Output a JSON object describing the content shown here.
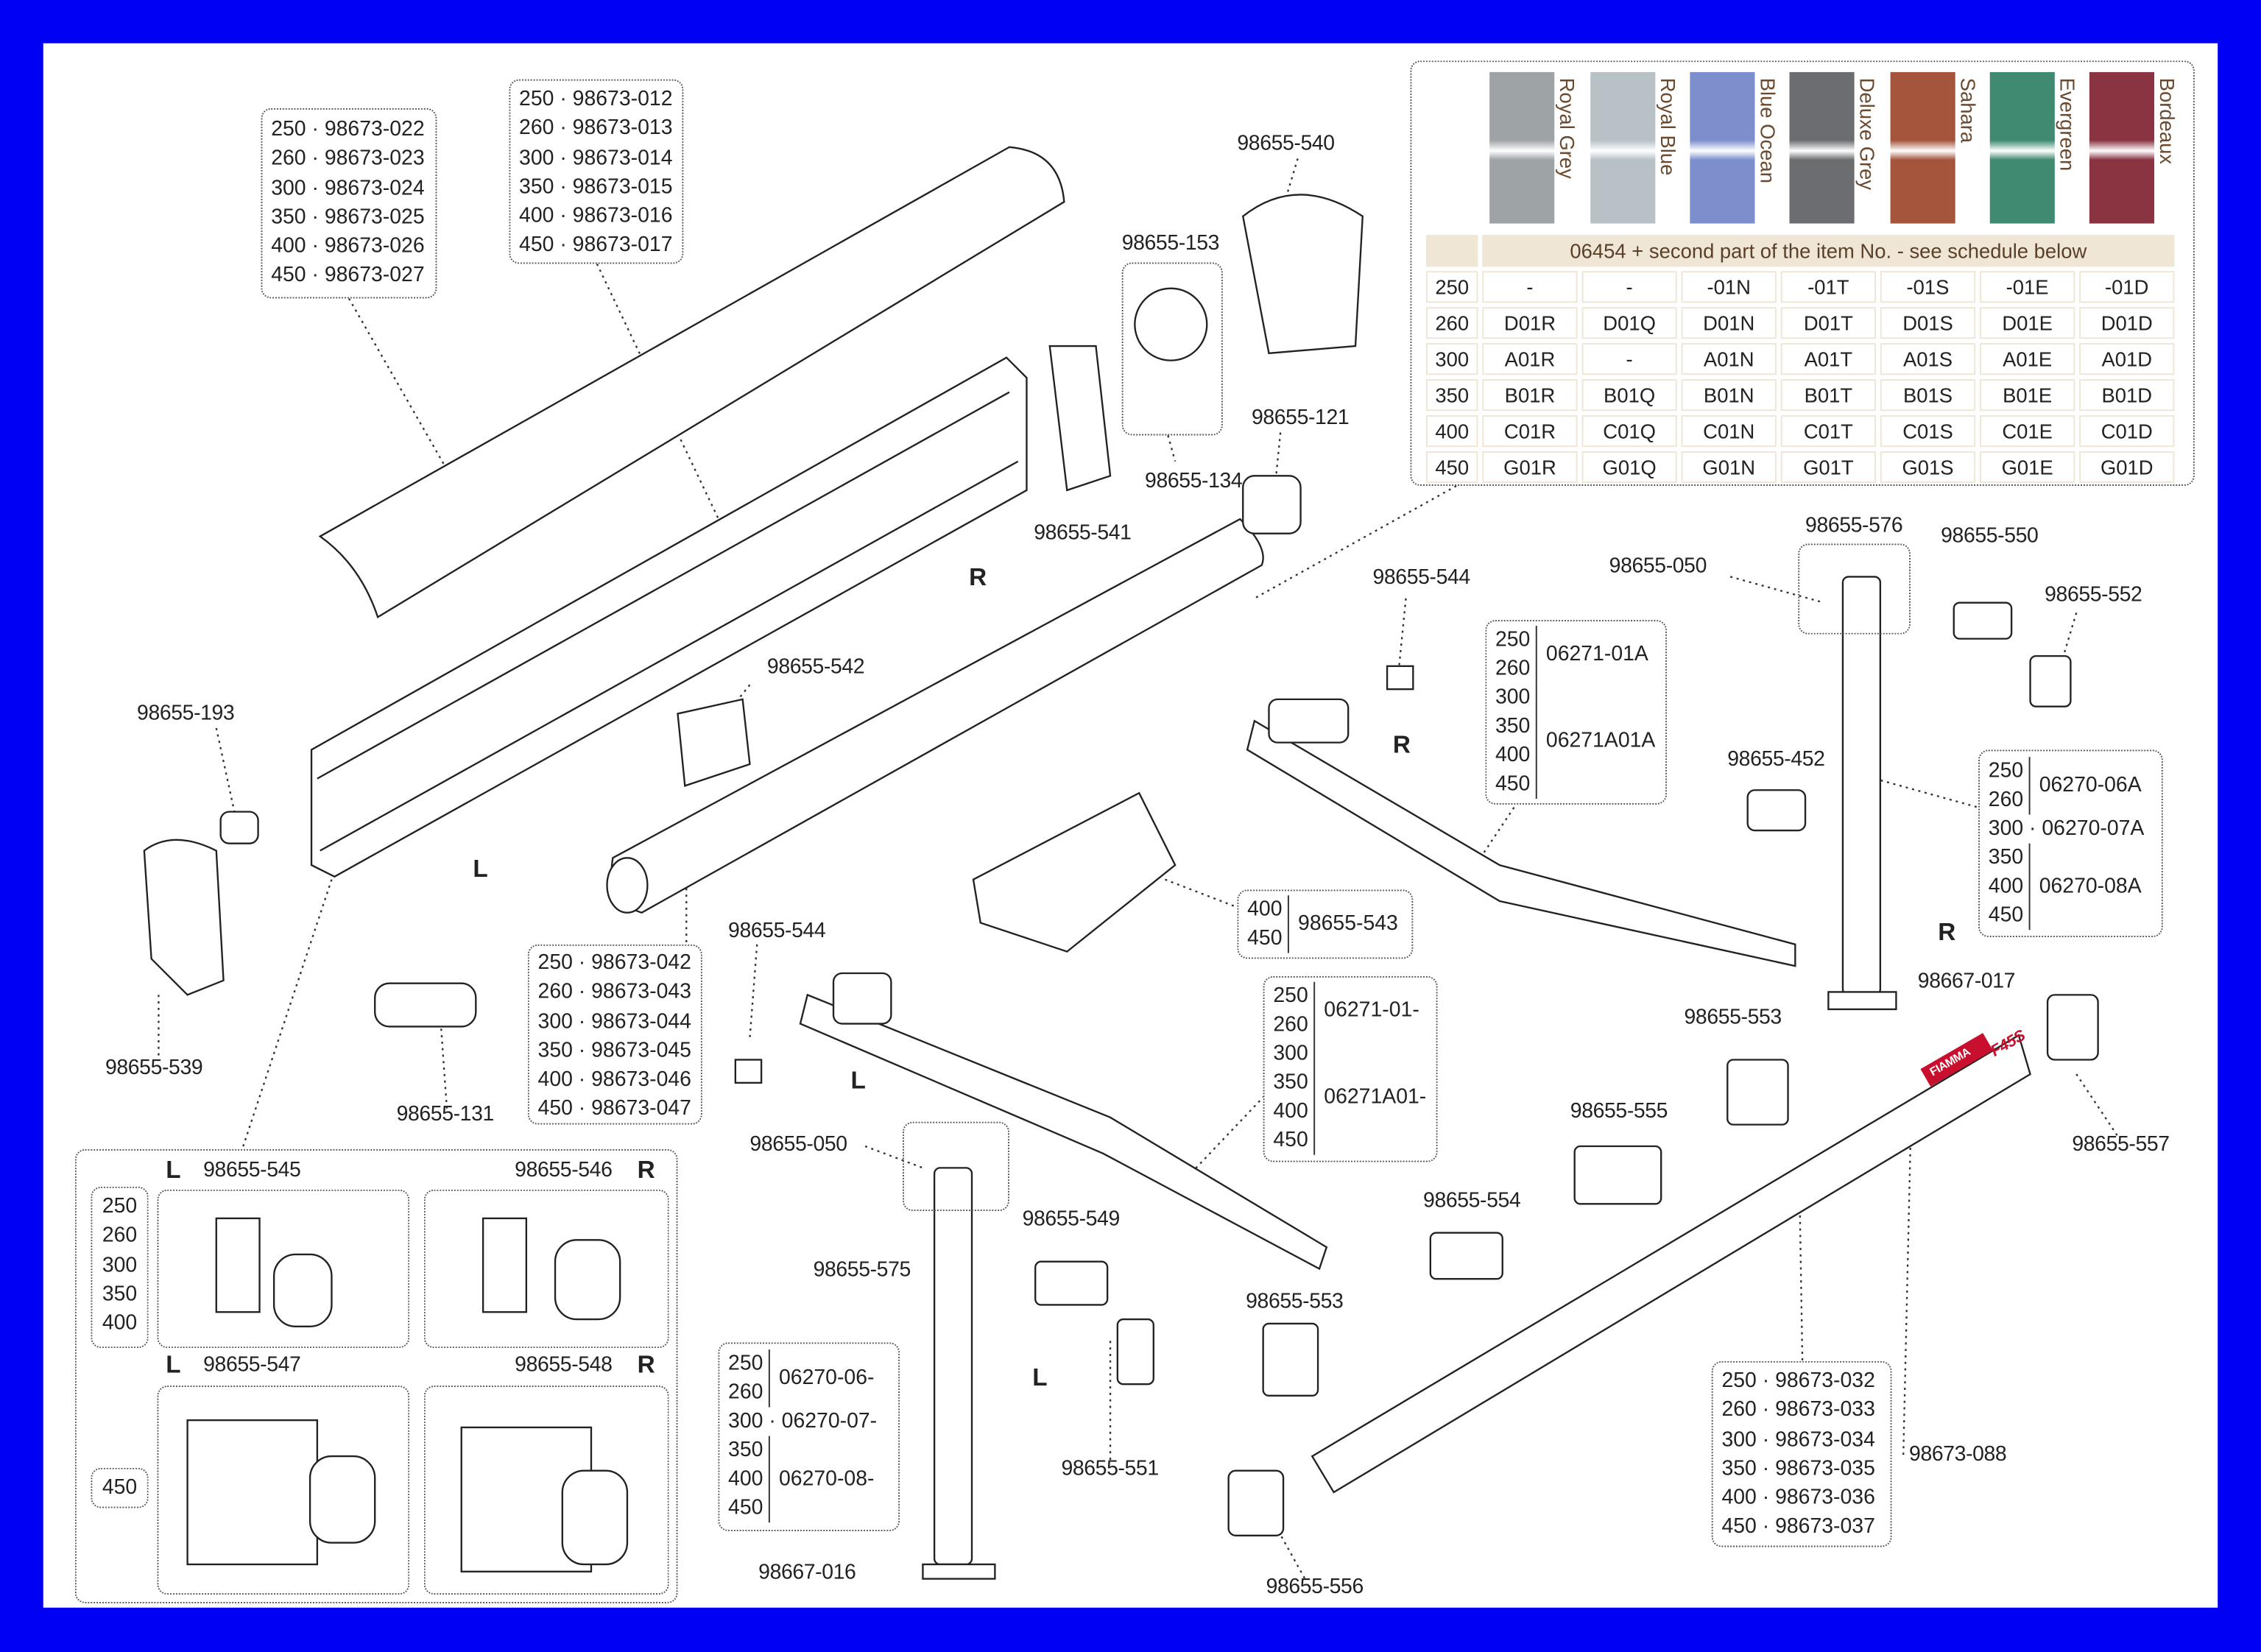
{
  "fabric_colors": [
    {
      "name": "Royal Grey",
      "color": "#9ea3a6"
    },
    {
      "name": "Royal Blue",
      "color": "#b7c1c6"
    },
    {
      "name": "Blue Ocean",
      "color": "#7c8fcc"
    },
    {
      "name": "Deluxe Grey",
      "color": "#6b6d70"
    },
    {
      "name": "Sahara",
      "color": "#a4553c"
    },
    {
      "name": "Evergreen",
      "color": "#3f8a70"
    },
    {
      "name": "Bordeaux",
      "color": "#8a3442"
    }
  ],
  "color_table": {
    "header": "06454 + second part of the item No. - see schedule below",
    "rows": [
      {
        "size": "250",
        "codes": [
          "-",
          "-",
          "-01N",
          "-01T",
          "-01S",
          "-01E",
          "-01D"
        ]
      },
      {
        "size": "260",
        "codes": [
          "D01R",
          "D01Q",
          "D01N",
          "D01T",
          "D01S",
          "D01E",
          "D01D"
        ]
      },
      {
        "size": "300",
        "codes": [
          "A01R",
          "-",
          "A01N",
          "A01T",
          "A01S",
          "A01E",
          "A01D"
        ]
      },
      {
        "size": "350",
        "codes": [
          "B01R",
          "B01Q",
          "B01N",
          "B01T",
          "B01S",
          "B01E",
          "B01D"
        ]
      },
      {
        "size": "400",
        "codes": [
          "C01R",
          "C01Q",
          "C01N",
          "C01T",
          "C01S",
          "C01E",
          "C01D"
        ]
      },
      {
        "size": "450",
        "codes": [
          "G01R",
          "G01Q",
          "G01N",
          "G01T",
          "G01S",
          "G01E",
          "G01D"
        ]
      }
    ]
  },
  "lists": {
    "cover": [
      "250 · 98673-022",
      "260 · 98673-023",
      "300 · 98673-024",
      "350 · 98673-025",
      "400 · 98673-026",
      "450 · 98673-027"
    ],
    "rail": [
      "250 · 98673-012",
      "260 · 98673-013",
      "300 · 98673-014",
      "350 · 98673-015",
      "400 · 98673-016",
      "450 · 98673-017"
    ],
    "roller": [
      "250 · 98673-042",
      "260 · 98673-043",
      "300 · 98673-044",
      "350 · 98673-045",
      "400 · 98673-046",
      "450 · 98673-047"
    ],
    "front_bar": [
      "250 · 98673-032",
      "260 · 98673-033",
      "300 · 98673-034",
      "350 · 98673-035",
      "400 · 98673-036",
      "450 · 98673-037"
    ]
  },
  "groups": {
    "arm_right": {
      "a_sizes": [
        "250",
        "260"
      ],
      "a_code": "06271-01A",
      "b_sizes": [
        "300",
        "350",
        "400",
        "450"
      ],
      "b_code": "06271A01A"
    },
    "arm_left": {
      "a_sizes": [
        "250",
        "260"
      ],
      "a_code": "06271-01-",
      "b_sizes": [
        "300",
        "350",
        "400",
        "450"
      ],
      "b_code": "06271A01-"
    },
    "leg_right": {
      "a_sizes": [
        "250",
        "260"
      ],
      "a_code": "06270-06A",
      "mid": "300 · 06270-07A",
      "b_sizes": [
        "350",
        "400",
        "450"
      ],
      "b_code": "06270-08A"
    },
    "leg_left": {
      "a_sizes": [
        "250",
        "260"
      ],
      "a_code": "06270-06-",
      "mid": "300 · 06270-07-",
      "b_sizes": [
        "350",
        "400",
        "450"
      ],
      "b_code": "06270-08-"
    },
    "support": {
      "sizes": [
        "400",
        "450"
      ],
      "code": "98655-543"
    }
  },
  "brackets": {
    "sizes_small": [
      "250",
      "260",
      "300",
      "350",
      "400"
    ],
    "size_large": "450",
    "l1": "98655-545",
    "r1": "98655-546",
    "l2": "98655-547",
    "r2": "98655-548",
    "L": "L",
    "R": "R"
  },
  "labels": {
    "p540": "98655-540",
    "p153": "98655-153",
    "p134": "98655-134",
    "p121": "98655-121",
    "p541": "98655-541",
    "p542": "98655-542",
    "p193": "98655-193",
    "p539": "98655-539",
    "p131": "98655-131",
    "p544a": "98655-544",
    "p544b": "98655-544",
    "p050a": "98655-050",
    "p050b": "98655-050",
    "p575": "98655-575",
    "p549": "98655-549",
    "p551": "98655-551",
    "p016": "98667-016",
    "p553a": "98655-553",
    "p553b": "98655-553",
    "p556": "98655-556",
    "p554": "98655-554",
    "p555": "98655-555",
    "p557": "98655-557",
    "p088": "98673-088",
    "p576": "98655-576",
    "p550": "98655-550",
    "p552": "98655-552",
    "p452": "98655-452",
    "p017": "98667-017"
  },
  "sides": {
    "R": "R",
    "L": "L"
  },
  "brand": "FIAMMA",
  "model": "F45S"
}
